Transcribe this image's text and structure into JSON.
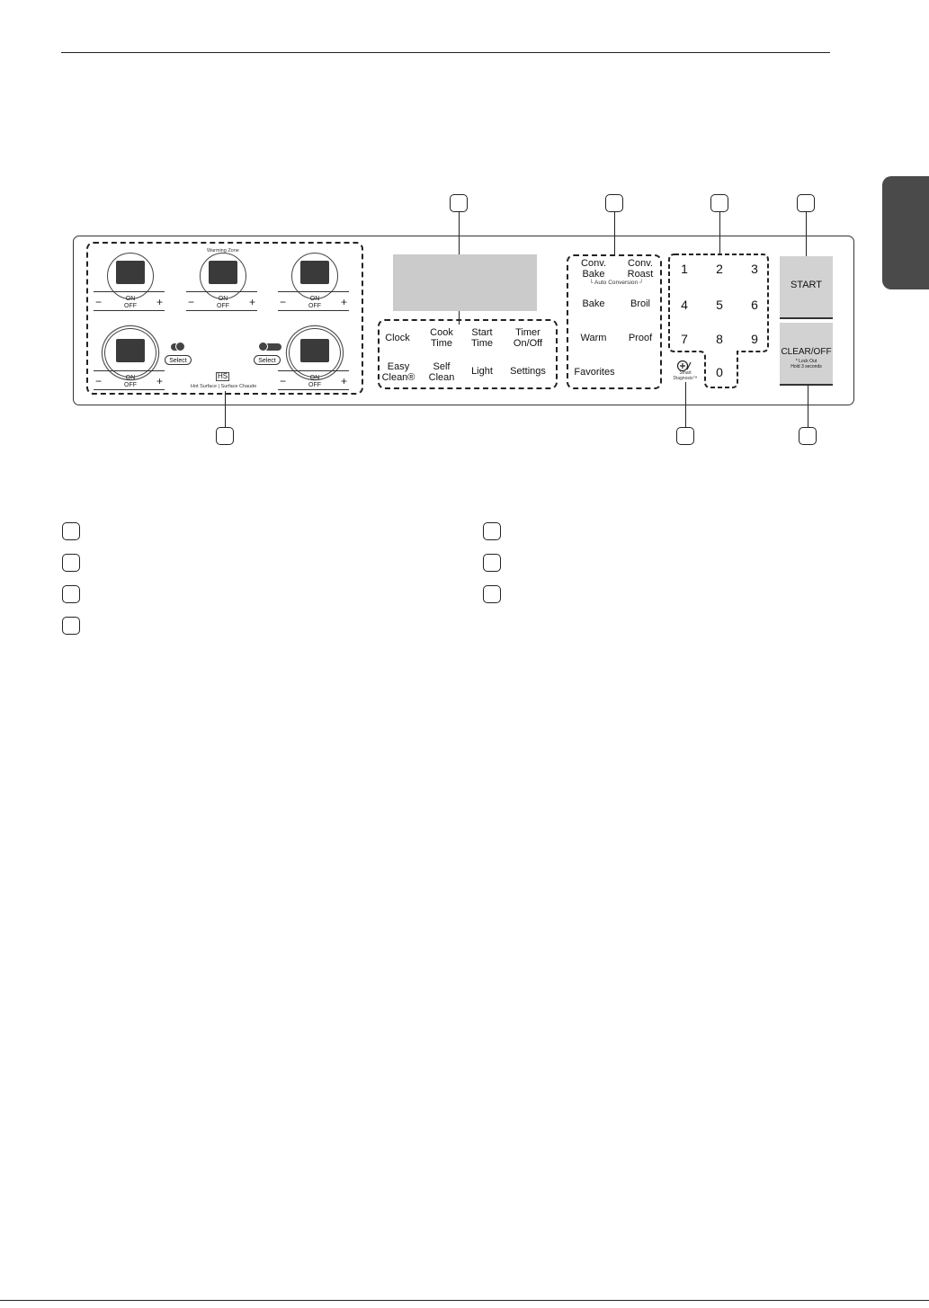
{
  "panel": {
    "cooktop": {
      "warming_zone_label": "Warming Zone",
      "on_label": "ON",
      "off_label": "OFF",
      "minus": "−",
      "plus": "+",
      "select_label": "Select",
      "hot_surface_symbol": "HS",
      "hot_surface_text": "Hot Surface  |  Surface Chaude"
    },
    "function_keys": [
      "Clock",
      "Cook\nTime",
      "Start\nTime",
      "Timer\nOn/Off",
      "Easy\nClean®",
      "Self\nClean",
      "Light",
      "Settings"
    ],
    "cook_modes": {
      "conv_bake": "Conv.\nBake",
      "conv_roast": "Conv.\nRoast",
      "auto_conversion": "└ Auto Conversion ┘",
      "bake": "Bake",
      "broil": "Broil",
      "warm": "Warm",
      "proof": "Proof",
      "favorites": "Favorites"
    },
    "keypad": [
      "1",
      "2",
      "3",
      "4",
      "5",
      "6",
      "7",
      "8",
      "9",
      "0"
    ],
    "smart_diagnosis": "Smart\nDiagnosis™",
    "start_label": "START",
    "clear_label": "CLEAR/OFF",
    "clear_sub": "* Lock Out\nHold 3 seconds"
  }
}
